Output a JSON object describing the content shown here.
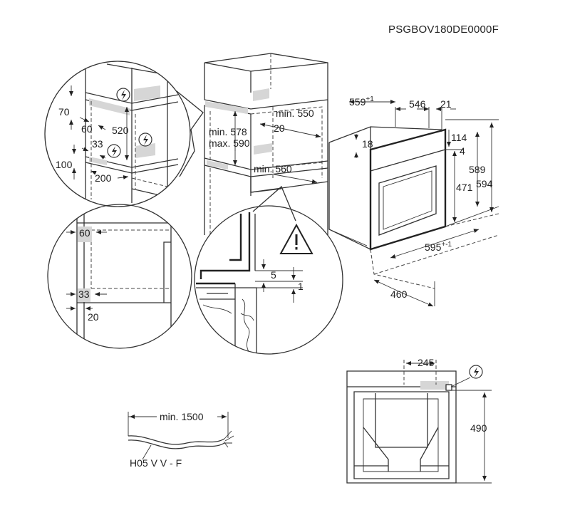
{
  "model_code": "PSGBOV180DE0000F",
  "cabinet": {
    "min_550": "min. 550",
    "min_578": "min. 578",
    "max_590": "max. 590",
    "d20": "20",
    "min_560": "min. 560"
  },
  "oven": {
    "d559": "559",
    "d559_sup": "+1",
    "d546": "546",
    "d21": "21",
    "d18": "18",
    "d114": "114",
    "d4": "4",
    "d471": "471",
    "d589": "589",
    "d594": "594",
    "d595": "595",
    "d595_sup": "+-1",
    "d460": "460"
  },
  "detail_vent": {
    "d70": "70",
    "d60": "60",
    "d520": "520",
    "d33": "33",
    "d100": "100",
    "d200": "200"
  },
  "detail_side": {
    "d60": "60",
    "d33": "33",
    "d20": "20"
  },
  "detail_gap": {
    "d5": "5",
    "d1": "1"
  },
  "cable": {
    "min_1500": "min. 1500",
    "type": "H05 V V - F"
  },
  "back_view": {
    "d245": "245",
    "d490": "490"
  },
  "icons": [
    "electric-hazard-icon",
    "warning-triangle-icon"
  ]
}
